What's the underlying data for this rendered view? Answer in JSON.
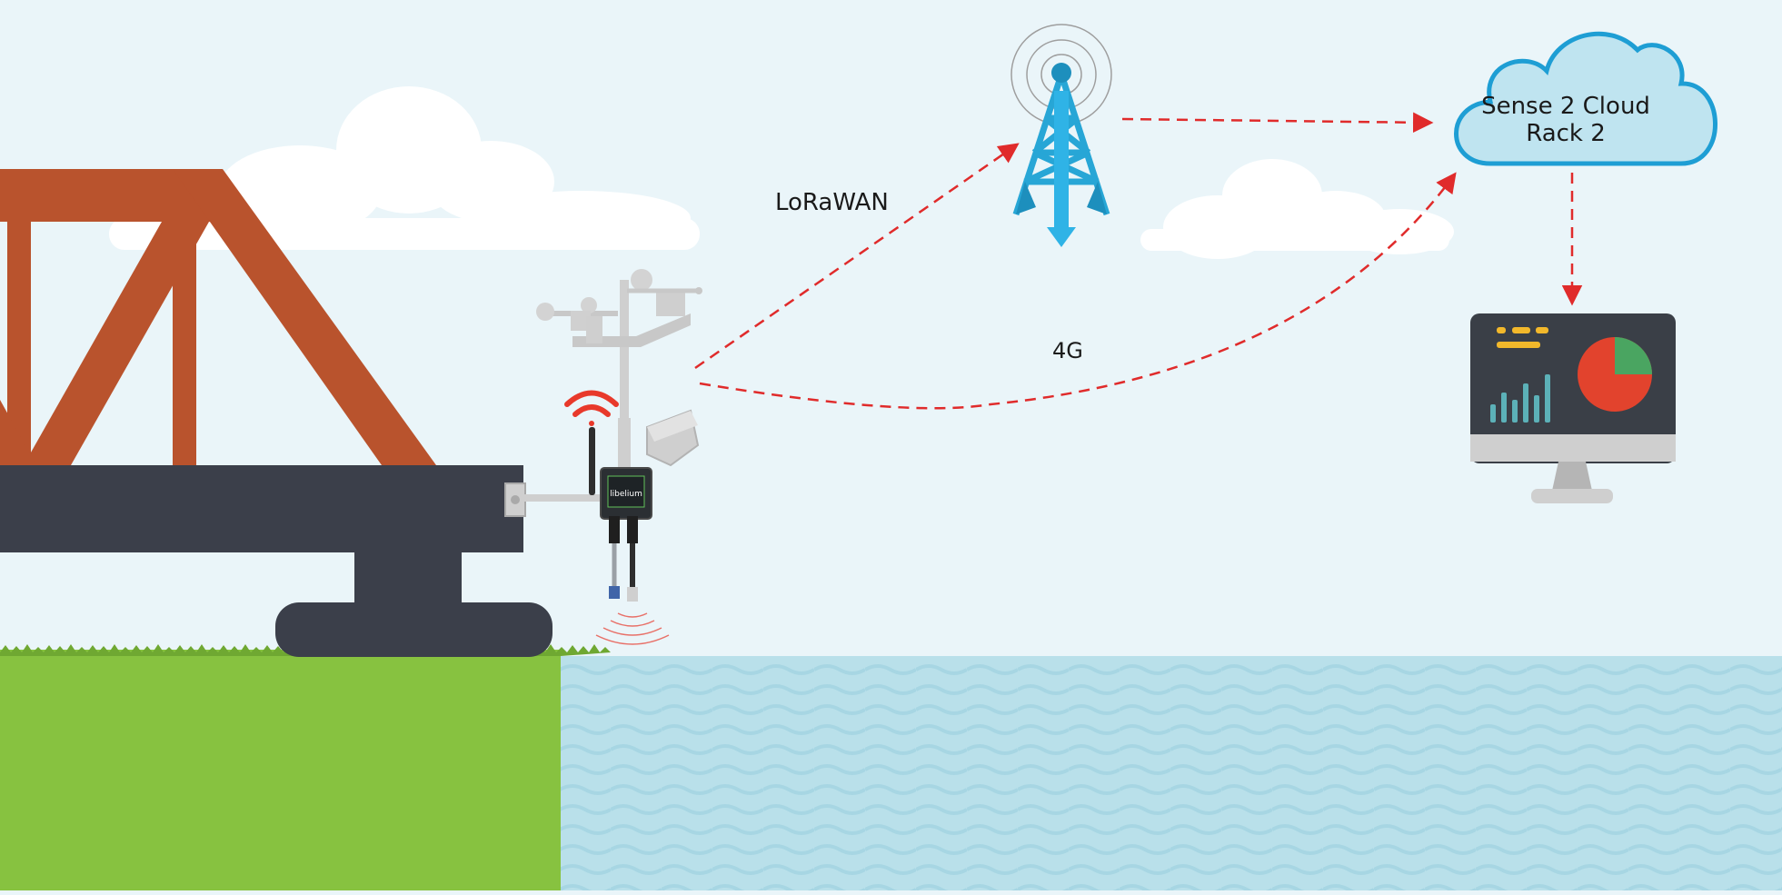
{
  "labels": {
    "lorawan": "LoRaWAN",
    "cellular": "4G"
  },
  "cloud": {
    "line1": "Sense 2 Cloud",
    "line2": "Rack 2"
  },
  "device_logo": "libelium",
  "icons": [
    "cloud-icon",
    "cell-tower-icon",
    "monitor-dashboard-icon",
    "weather-station-icon",
    "wifi-signal-icon",
    "bridge-icon"
  ],
  "colors": {
    "sky": "#eaf5f9",
    "bridge_truss": "#b9532d",
    "bridge_deck": "#3b3f4a",
    "grass": "#87c240",
    "water": "#b9e0ea",
    "tower": "#27a6d6",
    "cloud_fill": "#bfe4f0",
    "cloud_stroke": "#1e9ed4",
    "arrow": "#e02b2b",
    "monitor": "#3a3f47"
  }
}
